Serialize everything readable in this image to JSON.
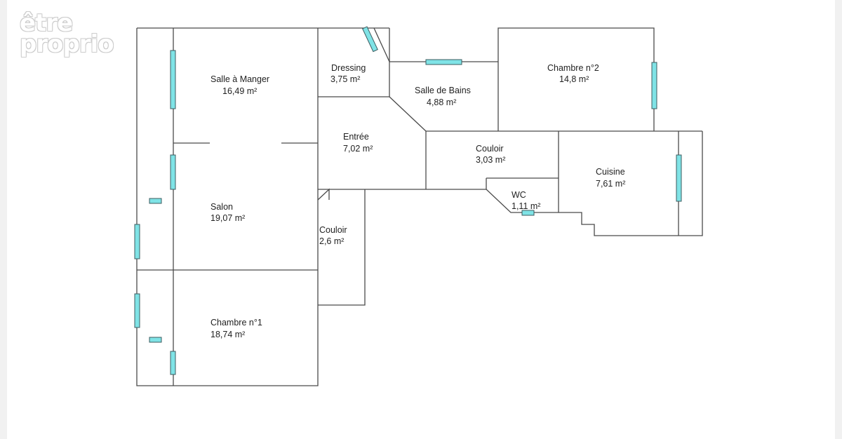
{
  "watermark": {
    "line1": "être",
    "line2": "proprio"
  },
  "colors": {
    "wall": "#4a4a4a",
    "window": "#7fe3e6",
    "background": "#ffffff"
  },
  "rooms": [
    {
      "id": "salle-a-manger",
      "name": "Salle à Manger",
      "area": "16,49  m²"
    },
    {
      "id": "dressing",
      "name": "Dressing",
      "area": "3,75  m²"
    },
    {
      "id": "salle-de-bains",
      "name": "Salle de Bains",
      "area": "4,88  m²"
    },
    {
      "id": "chambre-2",
      "name": "Chambre n°2",
      "area": "14,8  m²"
    },
    {
      "id": "entree",
      "name": "Entrée",
      "area": "7,02  m²"
    },
    {
      "id": "couloir-est",
      "name": "Couloir",
      "area": "3,03  m²"
    },
    {
      "id": "cuisine",
      "name": "Cuisine",
      "area": "7,61  m²"
    },
    {
      "id": "wc",
      "name": "WC",
      "area": "1,11  m²"
    },
    {
      "id": "salon",
      "name": "Salon",
      "area": "19,07  m²"
    },
    {
      "id": "couloir-sud",
      "name": "Couloir",
      "area": "2,6  m²"
    },
    {
      "id": "chambre-1",
      "name": "Chambre n°1",
      "area": "18,74  m²"
    }
  ]
}
